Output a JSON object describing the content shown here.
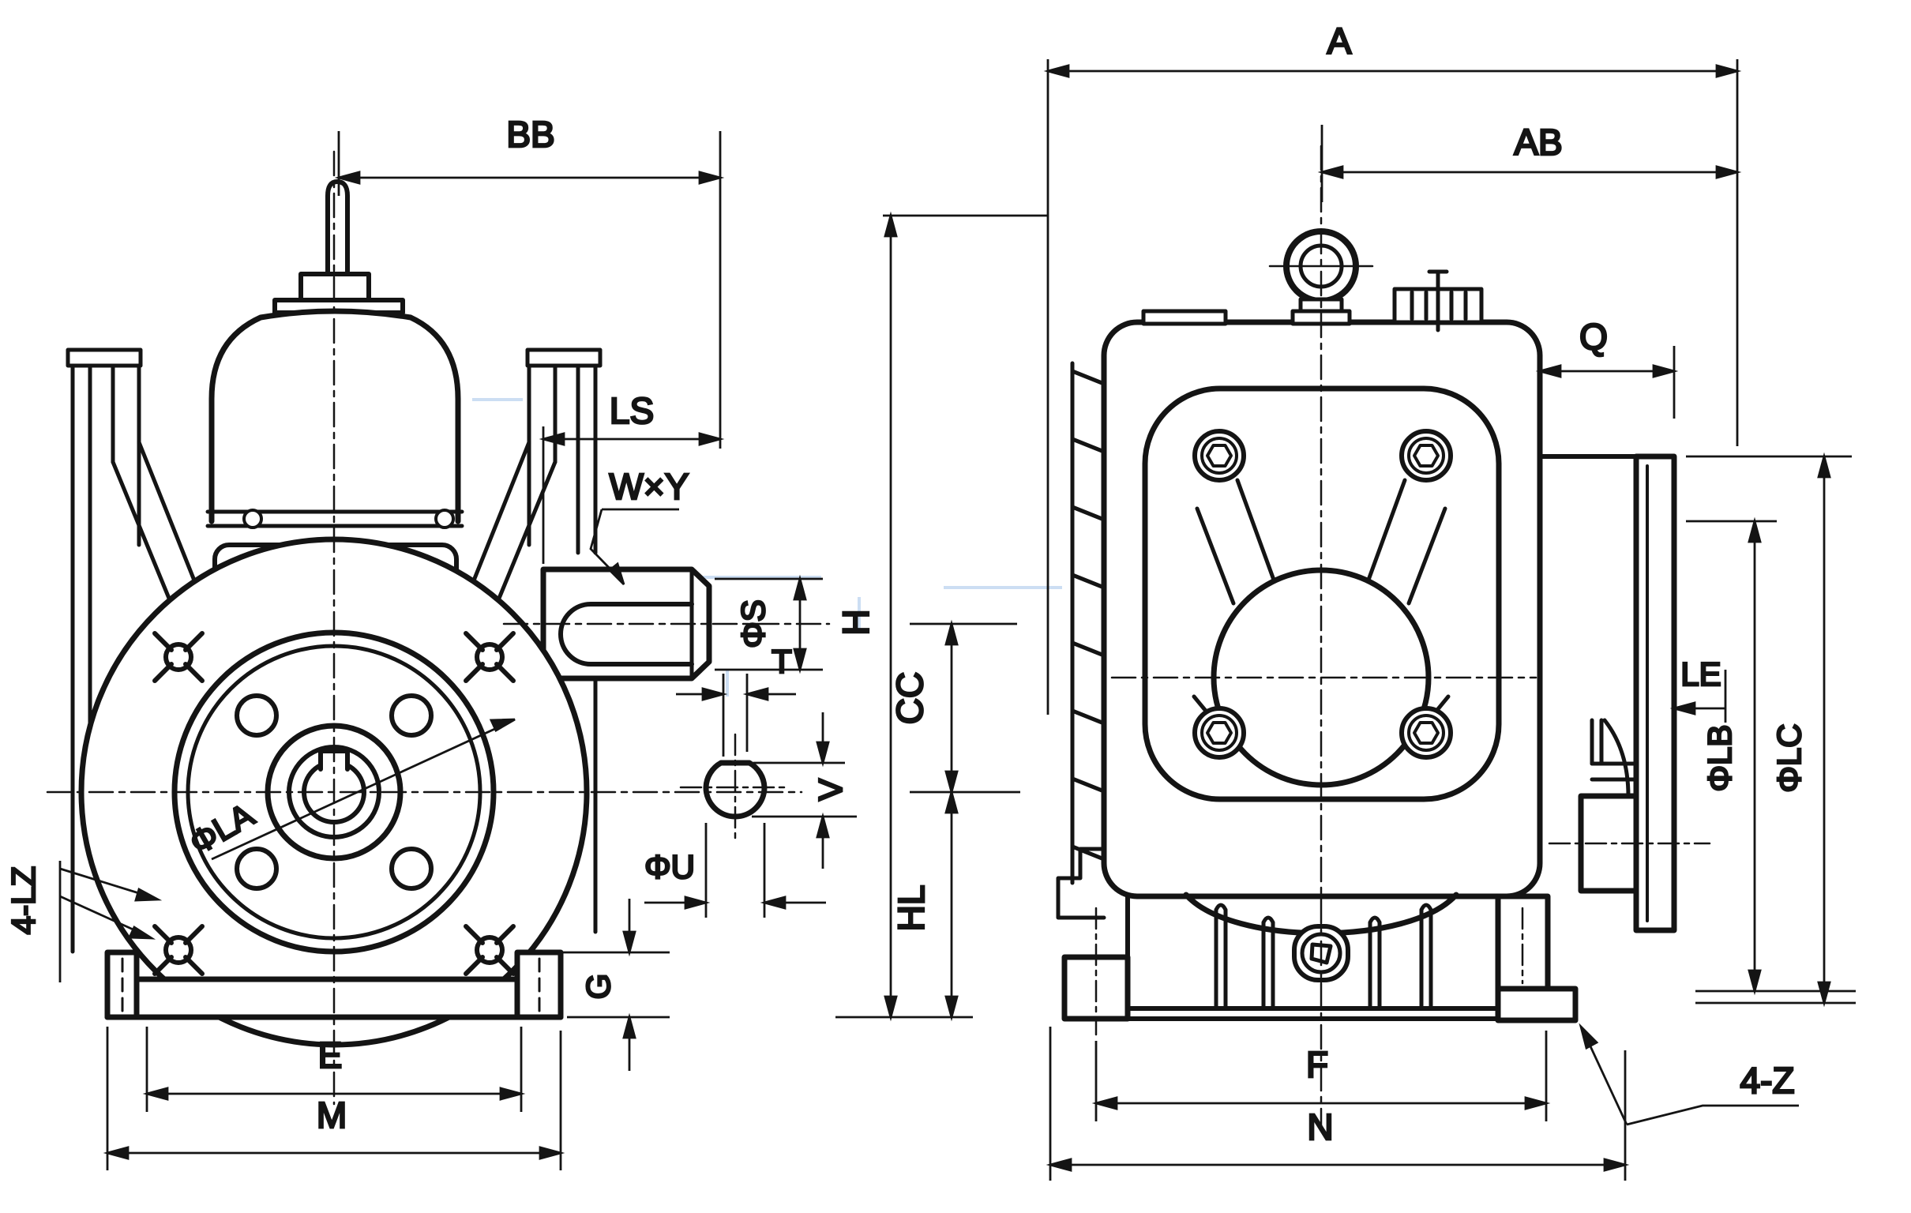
{
  "drawing": {
    "kind": "engineering-dimension-drawing",
    "subject": "worm gear speed reducer, two orthographic views",
    "background": "#ffffff",
    "line_color": "#141414",
    "scan_artifact_color": "#8fb8e6",
    "views": {
      "front_view": {
        "description": "left view: output flange face with keyed bore, 4 bolt holes, 4 foot holes, input shaft with keyway, shaft cross-section detail",
        "dimension_labels": [
          "BB",
          "LS",
          "W×Y",
          "ΦS",
          "T",
          "V",
          "ΦU",
          "G",
          "E",
          "M",
          "4-LZ",
          "ΦLA"
        ]
      },
      "side_view": {
        "description": "right view: housing with cooling fins, square bearing cover with X ribs and 4 socket bolts, eye bolt, breather plug, output flange, feet, drain plug",
        "dimension_labels": [
          "A",
          "AB",
          "Q",
          "H",
          "CC",
          "HL",
          "F",
          "N",
          "4-Z",
          "ΦLB",
          "ΦLC",
          "LE"
        ]
      }
    },
    "labels": {
      "bb": "BB",
      "ls": "LS",
      "wxy": "W×Y",
      "phis": "ΦS",
      "t": "T",
      "v": "V",
      "phiu": "ΦU",
      "g": "G",
      "e": "E",
      "m": "M",
      "lz": "4-LZ",
      "phila": "ΦLA",
      "a": "A",
      "ab": "AB",
      "q": "Q",
      "h": "H",
      "cc": "CC",
      "hl": "HL",
      "f": "F",
      "n": "N",
      "z": "4-Z",
      "philb": "ΦLB",
      "philc": "ΦLC",
      "le": "LE"
    }
  }
}
